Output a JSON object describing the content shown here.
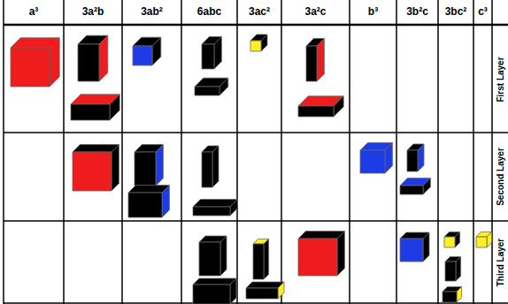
{
  "diagram": {
    "labels": [
      "a³",
      "3a²b",
      "3ab²",
      "6abc",
      "3ac²",
      "3a²c",
      "b³",
      "3b²c",
      "3bc²",
      "c³",
      "First Layer",
      "Second Layer",
      "Third Layer"
    ]
  }
}
